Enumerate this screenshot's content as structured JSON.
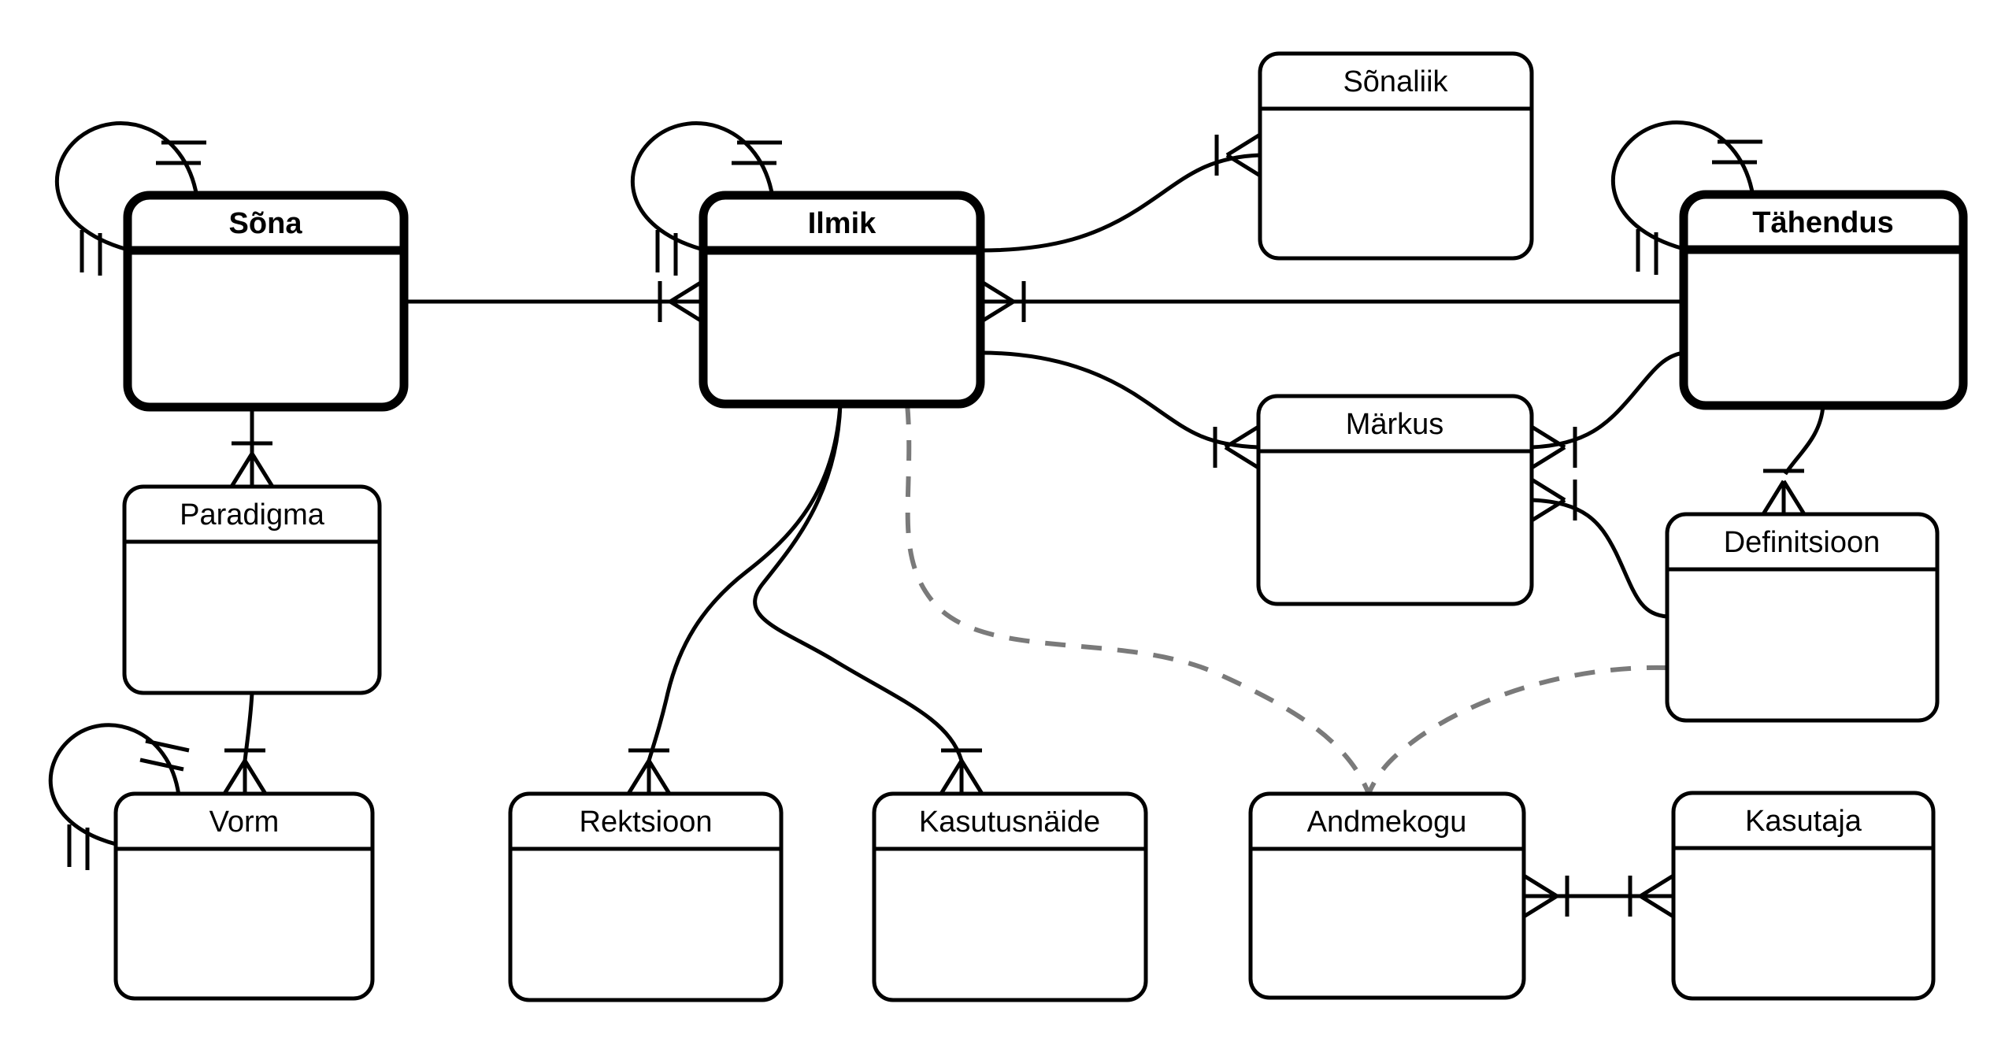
{
  "diagram": {
    "title": "Lexicon database entity-relationship diagram (crow's foot notation)",
    "background_color": "#ffffff",
    "line_color": "#000000",
    "dashed_line_color": "#7a7a7a",
    "entities": {
      "sona": {
        "label": "Sõna",
        "strong": true,
        "self_loop": true
      },
      "ilmik": {
        "label": "Ilmik",
        "strong": true,
        "self_loop": true
      },
      "sonaliik": {
        "label": "Sõnaliik",
        "strong": false,
        "self_loop": false
      },
      "tahendus": {
        "label": "Tähendus",
        "strong": true,
        "self_loop": true
      },
      "markus": {
        "label": "Märkus",
        "strong": false,
        "self_loop": false
      },
      "definitsioon": {
        "label": "Definitsioon",
        "strong": false,
        "self_loop": false
      },
      "paradigma": {
        "label": "Paradigma",
        "strong": false,
        "self_loop": false
      },
      "vorm": {
        "label": "Vorm",
        "strong": false,
        "self_loop": true
      },
      "rektsioon": {
        "label": "Rektsioon",
        "strong": false,
        "self_loop": false
      },
      "kasutusnaide": {
        "label": "Kasutusnäide",
        "strong": false,
        "self_loop": false
      },
      "andmekogu": {
        "label": "Andmekogu",
        "strong": false,
        "self_loop": false
      },
      "kasutaja": {
        "label": "Kasutaja",
        "strong": false,
        "self_loop": false
      }
    },
    "relationships": [
      {
        "from": "Sõna",
        "to": "Sõna",
        "style": "solid",
        "notation": "self loop, one-one ticks"
      },
      {
        "from": "Sõna",
        "to": "Ilmik",
        "style": "solid",
        "notation": "crow's foot + tick at Ilmik"
      },
      {
        "from": "Ilmik",
        "to": "Ilmik",
        "style": "solid",
        "notation": "self loop, one-one ticks"
      },
      {
        "from": "Ilmik",
        "to": "Tähendus",
        "style": "solid",
        "notation": "crow's foot + tick at Ilmik"
      },
      {
        "from": "Ilmik",
        "to": "Sõnaliik",
        "style": "solid",
        "notation": "crow's foot + tick at Sõnaliik"
      },
      {
        "from": "Ilmik",
        "to": "Märkus",
        "style": "solid",
        "notation": "crow's foot + tick at Märkus"
      },
      {
        "from": "Märkus",
        "to": "Tähendus",
        "style": "solid",
        "notation": "crow's foot + tick at Märkus"
      },
      {
        "from": "Märkus",
        "to": "Definitsioon",
        "style": "solid",
        "notation": "crow's foot + tick at Märkus"
      },
      {
        "from": "Tähendus",
        "to": "Tähendus",
        "style": "solid",
        "notation": "self loop, one-one ticks"
      },
      {
        "from": "Tähendus",
        "to": "Definitsioon",
        "style": "solid",
        "notation": "crow's foot + tick at Definitsioon"
      },
      {
        "from": "Sõna",
        "to": "Paradigma",
        "style": "solid",
        "notation": "crow's foot + tick at Paradigma"
      },
      {
        "from": "Paradigma",
        "to": "Vorm",
        "style": "solid",
        "notation": "crow's foot + tick at Vorm"
      },
      {
        "from": "Vorm",
        "to": "Vorm",
        "style": "solid",
        "notation": "self loop, one-one ticks"
      },
      {
        "from": "Ilmik",
        "to": "Rektsioon",
        "style": "solid",
        "notation": "crow's foot + tick at Rektsioon"
      },
      {
        "from": "Ilmik",
        "to": "Kasutusnäide",
        "style": "solid",
        "notation": "crow's foot + tick at Kasutusnäide"
      },
      {
        "from": "Ilmik",
        "to": "Andmekogu",
        "style": "dashed",
        "notation": "gray dashed"
      },
      {
        "from": "Definitsioon",
        "to": "Andmekogu",
        "style": "dashed",
        "notation": "gray dashed"
      },
      {
        "from": "Andmekogu",
        "to": "Kasutaja",
        "style": "solid",
        "notation": "crow's foot + tick at both ends"
      }
    ]
  }
}
